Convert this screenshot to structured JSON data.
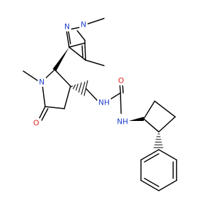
{
  "colors": {
    "bond": "#000000",
    "nitrogen": "#1f3fd1",
    "oxygen": "#e0241f",
    "background": "#ffffff"
  },
  "atom_labels": {
    "pyrazole_n2": "N",
    "pyrazole_n1": "N",
    "pyrrolidine_n": "N",
    "carbonyl_o_ring": "O",
    "urea_o": "O",
    "urea_nh_left": "NH",
    "urea_nh_right": "NH"
  }
}
